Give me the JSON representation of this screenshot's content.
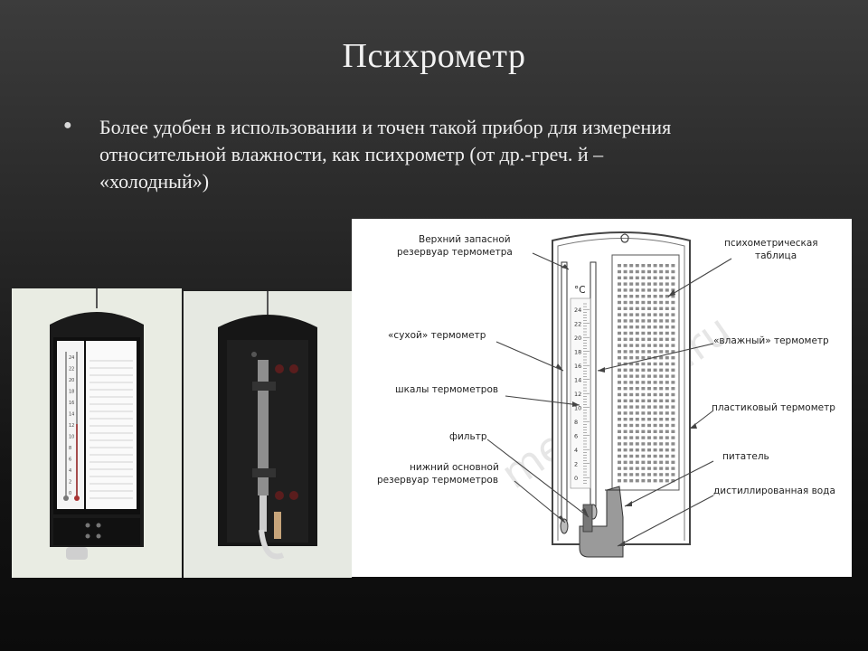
{
  "slide": {
    "title": "Психрометр",
    "bullet": "Более удобен в использовании и точен такой прибор для измерения\nотносительной влажности, как психрометр (от др.-греч.          й   –\n«холодный»)"
  },
  "diagram": {
    "labels": {
      "top_reservoir_1": "Верхний запасной",
      "top_reservoir_2": "резервуар термометра",
      "table_1": "психометрическая",
      "table_2": "таблица",
      "dry": "«сухой» термометр",
      "wet": "«влажный» термометр",
      "scales": "шкалы термометров",
      "plastic": "пластиковый термометр",
      "filter": "фильтр",
      "feeder": "питатель",
      "bottom_reservoir_1": "нижний основной",
      "bottom_reservoir_2": "резервуар термометров",
      "water": "дистиллированная вода"
    },
    "scale_marks": [
      "24",
      "22",
      "20",
      "18",
      "16",
      "14",
      "12",
      "10",
      "8",
      "6",
      "4",
      "2",
      "0"
    ],
    "degree": "°C",
    "watermark": "meteoinfo.ru"
  },
  "photo_left": {
    "scale_marks": [
      "24",
      "22",
      "20",
      "18",
      "16",
      "14",
      "12",
      "10",
      "8",
      "6",
      "4",
      "2",
      "0"
    ]
  }
}
